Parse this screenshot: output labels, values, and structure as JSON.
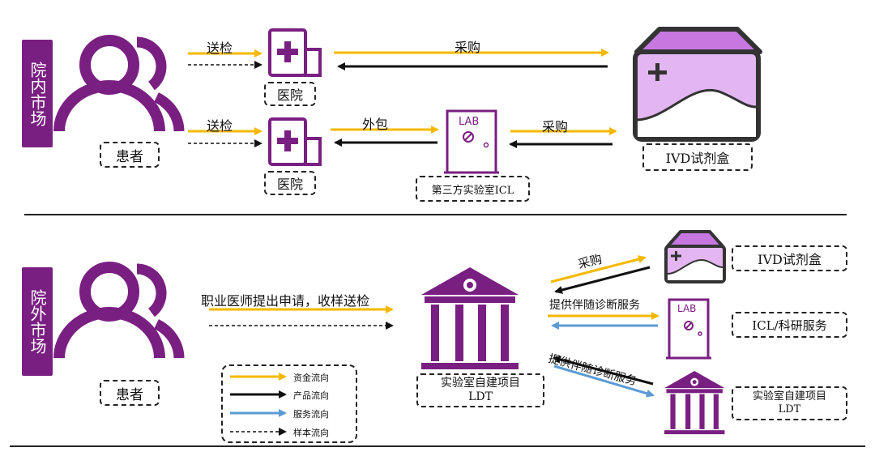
{
  "colors": {
    "purple": "#7a1f82",
    "money_flow": "#f5b800",
    "product_flow": "#111111",
    "service_flow": "#5b9bd5",
    "sample_flow": "#111111"
  },
  "inner_market": {
    "tag": "院内市场",
    "patient_label": "患者",
    "hospital_label_1": "医院",
    "hospital_label_2": "医院",
    "send_test_1": "送检",
    "send_test_2": "送检",
    "purchase_top": "采购",
    "outsource": "外包",
    "purchase_mid": "采购",
    "icl_label": "第三方实验室ICL",
    "ivd_label": "IVD试剂盒",
    "lab_door_text": "LAB"
  },
  "outer_market": {
    "tag": "院外市场",
    "patient_label": "患者",
    "apply_text": "职业医师提出申请，收样送检",
    "ldt_label_line1": "实验室自建项目",
    "ldt_label_line2": "LDT",
    "purchase": "采购",
    "service_1": "提供伴随诊断服务",
    "service_2": "提供伴随诊断服务",
    "ivd_label": "IVD试剂盒",
    "icl_label": "ICL/科研服务",
    "ldt_small_line1": "实验室自建项目",
    "ldt_small_line2": "LDT",
    "lab_door_text": "LAB"
  },
  "legend": {
    "items": [
      {
        "label": "资金流向",
        "color": "#f5b800",
        "style": "solid"
      },
      {
        "label": "产品流向",
        "color": "#111111",
        "style": "solid"
      },
      {
        "label": "服务流向",
        "color": "#5b9bd5",
        "style": "solid"
      },
      {
        "label": "样本流向",
        "color": "#111111",
        "style": "dashed"
      }
    ]
  }
}
